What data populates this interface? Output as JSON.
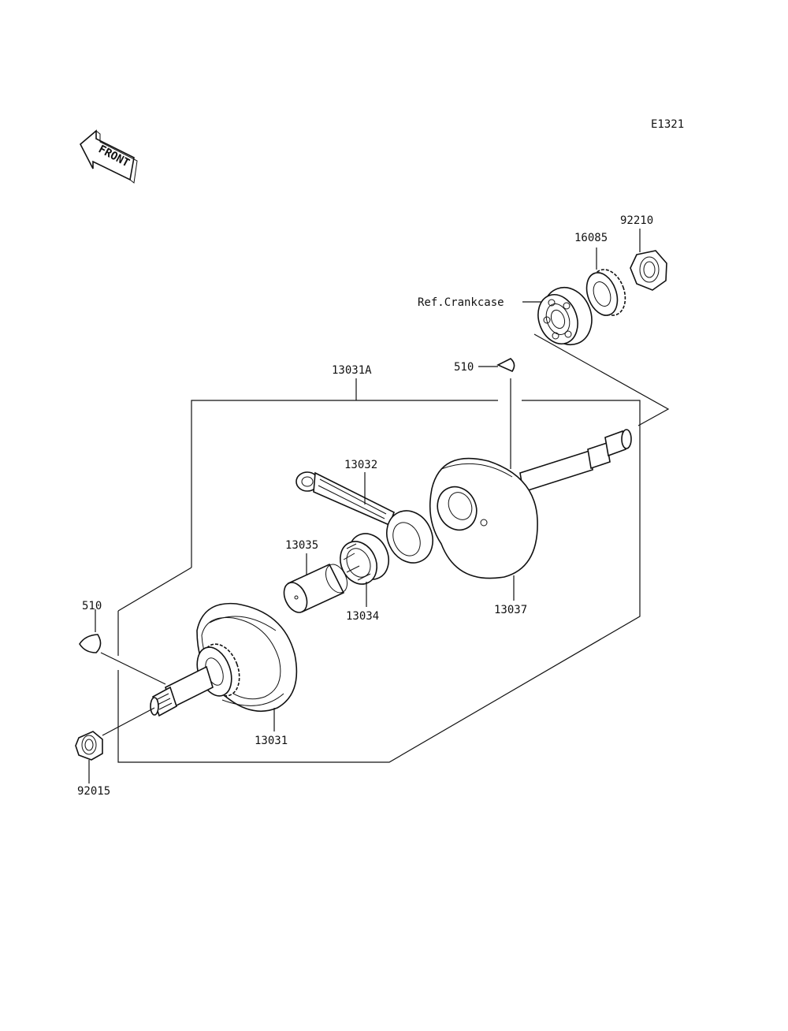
{
  "diagram_id": "E1321",
  "front_label": "FRONT",
  "labels": {
    "ref_crankcase": "Ref.Crankcase",
    "p92210": "92210",
    "p16085": "16085",
    "p510_top": "510",
    "p13031A": "13031A",
    "p13032": "13032",
    "p13035": "13035",
    "p13034": "13034",
    "p13037": "13037",
    "p510_left": "510",
    "p13031": "13031",
    "p92015": "92015"
  }
}
